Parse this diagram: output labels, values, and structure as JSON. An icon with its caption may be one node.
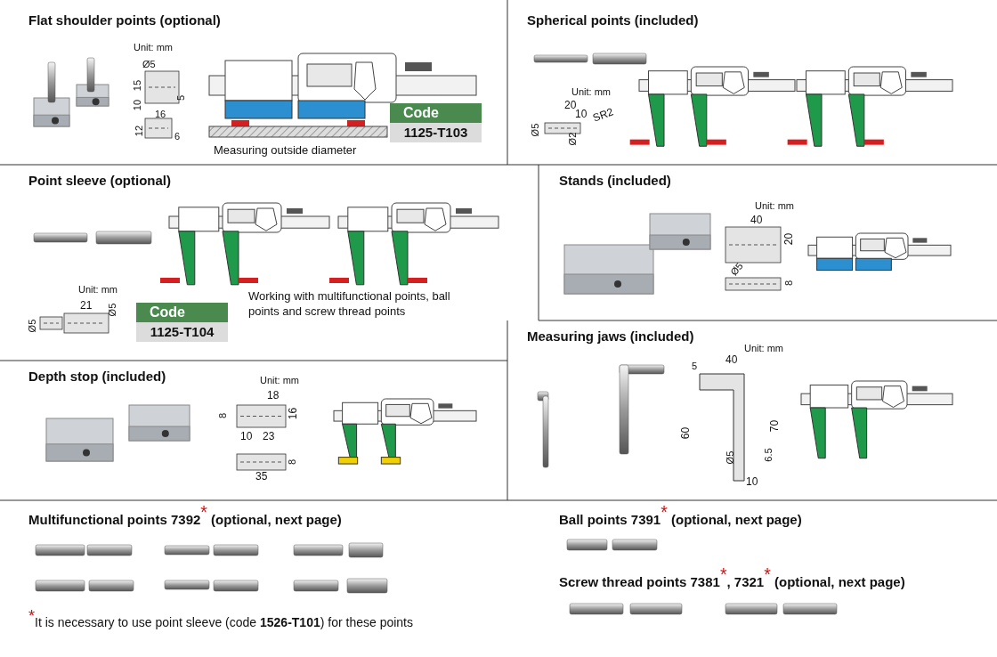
{
  "diagram": {
    "labels": [
      "Flat shoulder points (optional)",
      "Unit: mm",
      "Ø5",
      "15",
      "10",
      "5",
      "16",
      "12",
      "6",
      "Measuring outside diameter",
      "Code",
      "1125-T103",
      "Spherical points (included)",
      "Unit: mm",
      "20",
      "10",
      "SR2",
      "Ø5",
      "Ø2",
      "Point sleeve (optional)",
      "Unit: mm",
      "21",
      "Ø5",
      "Ø5",
      "Code",
      "1125-T104",
      "Working with multifunctional points, ball points and screw thread points",
      "Stands (included)",
      "Unit: mm",
      "40",
      "20",
      "Ø5",
      "8",
      "Depth stop (included)",
      "Unit: mm",
      "18",
      "8",
      "16",
      "10",
      "23",
      "8",
      "35",
      "Measuring jaws (included)",
      "Unit: mm",
      "40",
      "5",
      "60",
      "70",
      "Ø5",
      "6.5",
      "10",
      "Multifunctional points 7392$^{*}$ (optional, next page)",
      "Ball points 7391$^{*}$ (optional, next page)",
      "Screw thread points 7381$^{*}$, 7321$^{*}$ (optional, next page)",
      "$^{*}$It is necessary to use point sleeve (code **1526-T101**) for these points"
    ]
  }
}
